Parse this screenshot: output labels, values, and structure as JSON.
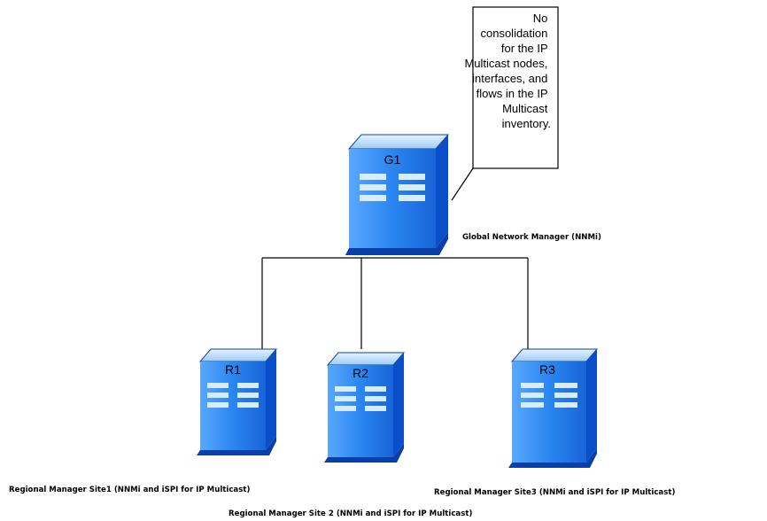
{
  "callout": {
    "lines": [
      "No",
      "consolidation",
      "for the IP",
      "Multicast nodes,",
      "interfaces, and",
      "flows in the IP",
      "Multicast",
      "inventory."
    ]
  },
  "servers": {
    "g1": {
      "label": "G1",
      "caption": "Global Network Manager (NNMi)"
    },
    "r1": {
      "label": "R1",
      "caption": "Regional Manager Site1 (NNMi and iSPI for IP Multicast)"
    },
    "r2": {
      "label": "R2",
      "caption": "Regional Manager Site 2 (NNMi and iSPI for IP Multicast)"
    },
    "r3": {
      "label": "R3",
      "caption": "Regional Manager Site3 (NNMi and iSPI for IP Multicast)"
    }
  },
  "colors": {
    "server_top": "#b9dcfb",
    "server_front": "#2a86f0",
    "server_side": "#0b4fc8",
    "server_base": "#0a3fa8",
    "slot": "#d8ecff",
    "line": "#000000"
  }
}
